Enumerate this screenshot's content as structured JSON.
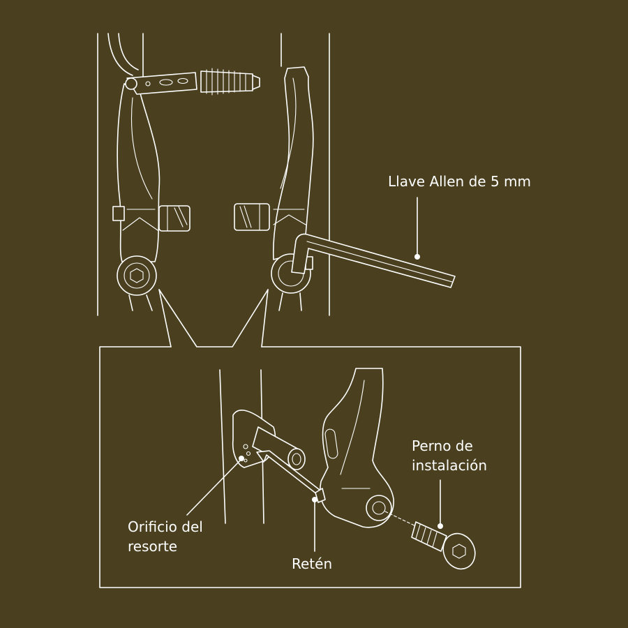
{
  "labels": {
    "allen_wrench": "Llave Allen de 5 mm",
    "mounting_bolt_line1": "Perno de",
    "mounting_bolt_line2": "instalación",
    "spring_hole_line1": "Orificio del",
    "spring_hole_line2": "resorte",
    "retainer": "Retén"
  },
  "colors": {
    "background": "#4a4020",
    "line": "#ffffff"
  }
}
